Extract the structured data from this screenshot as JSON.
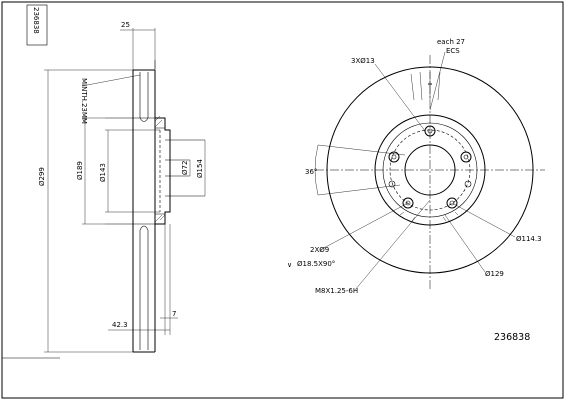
{
  "part_number_top": "236838",
  "part_number_bottom": "236838",
  "dimensions": {
    "width_total": "25",
    "min_thickness": "MINTH.23MM",
    "outer_diameter": "Ø299",
    "hat_outer": "Ø189",
    "hat_inner": "Ø143",
    "bore": "Ø72",
    "flange": "Ø154",
    "offset": "42.3",
    "flange_thickness": "7"
  },
  "annotations": {
    "holes_3": "3XØ13",
    "each": "each 27",
    "ecs": "ECS",
    "angle": "36°",
    "holes_2": "2XØ9",
    "countersink": "Ø18.5X90°",
    "thread": "M8X1.25-6H",
    "pcd": "Ø114.3",
    "groove": "Ø129"
  }
}
